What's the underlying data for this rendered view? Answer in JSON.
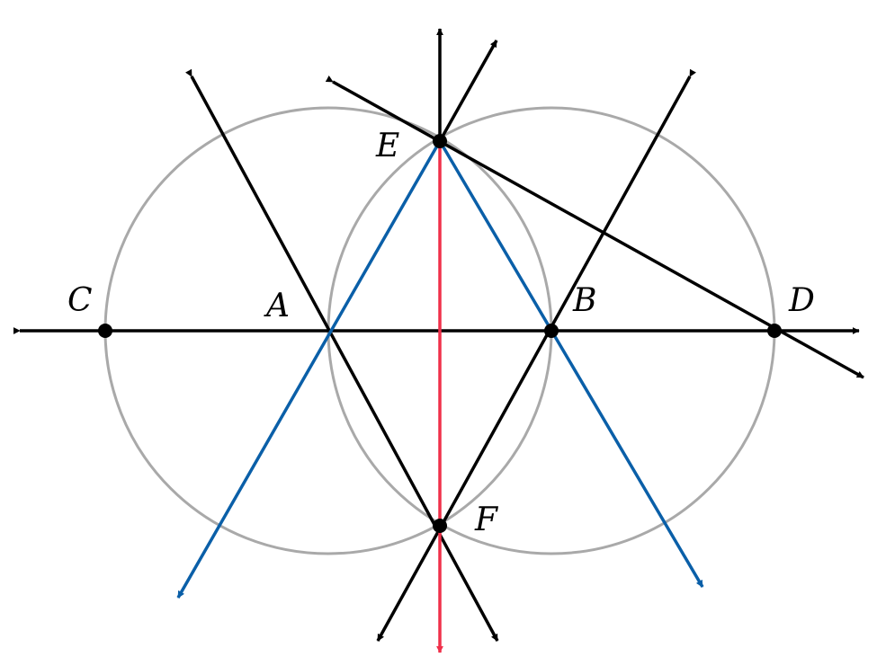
{
  "diagram": {
    "colors": {
      "circle": "#a9a9a9",
      "black_line": "#000000",
      "blue_line": "#0a5fa8",
      "red_line": "#f0304a",
      "point": "#000000"
    },
    "labels": {
      "A": "A",
      "B": "B",
      "C": "C",
      "D": "D",
      "E": "E",
      "F": "F"
    }
  }
}
